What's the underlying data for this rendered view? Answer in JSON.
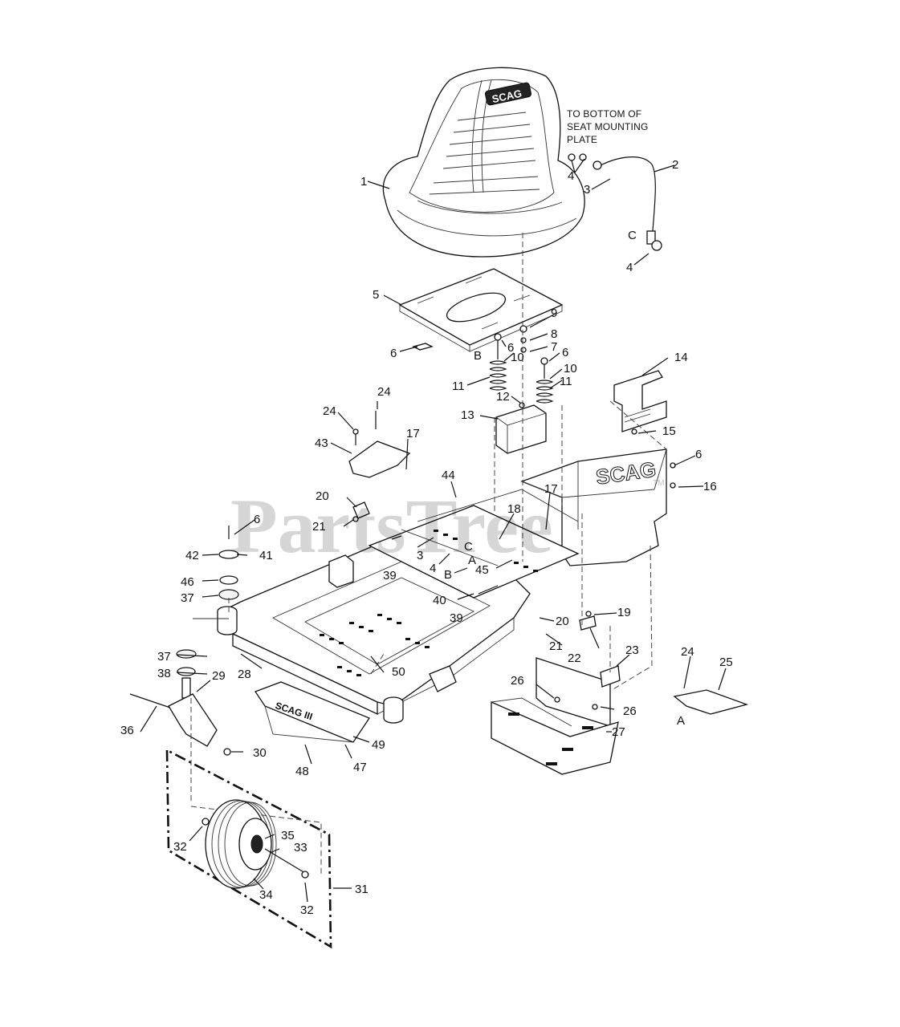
{
  "diagram": {
    "watermark": "PartsTree",
    "trademark": "TM",
    "note": [
      "TO BOTTOM OF",
      "SEAT MOUNTING",
      "PLATE"
    ],
    "seat_brand": "SCAG",
    "labels": [
      {
        "id": "l1",
        "text": "1"
      },
      {
        "id": "l2",
        "text": "2"
      },
      {
        "id": "l3a",
        "text": "3"
      },
      {
        "id": "l4a",
        "text": "4"
      },
      {
        "id": "lCa",
        "text": "C"
      },
      {
        "id": "l4b",
        "text": "4"
      },
      {
        "id": "l5",
        "text": "5"
      },
      {
        "id": "l9",
        "text": "9"
      },
      {
        "id": "l8",
        "text": "8"
      },
      {
        "id": "l6a",
        "text": "6"
      },
      {
        "id": "l7",
        "text": "7"
      },
      {
        "id": "l6b",
        "text": "6"
      },
      {
        "id": "l6c",
        "text": "6"
      },
      {
        "id": "lBa",
        "text": "B"
      },
      {
        "id": "l10a",
        "text": "10"
      },
      {
        "id": "l10b",
        "text": "10"
      },
      {
        "id": "l11a",
        "text": "11"
      },
      {
        "id": "l11b",
        "text": "11"
      },
      {
        "id": "l14",
        "text": "14"
      },
      {
        "id": "l12",
        "text": "12"
      },
      {
        "id": "l24a",
        "text": "24"
      },
      {
        "id": "l24b",
        "text": "24"
      },
      {
        "id": "l13",
        "text": "13"
      },
      {
        "id": "l15",
        "text": "15"
      },
      {
        "id": "l17a",
        "text": "17"
      },
      {
        "id": "l43",
        "text": "43"
      },
      {
        "id": "l6d",
        "text": "6"
      },
      {
        "id": "l16",
        "text": "16"
      },
      {
        "id": "l44",
        "text": "44"
      },
      {
        "id": "l17b",
        "text": "17"
      },
      {
        "id": "l20a",
        "text": "20"
      },
      {
        "id": "l18",
        "text": "18"
      },
      {
        "id": "l6e",
        "text": "6"
      },
      {
        "id": "l21a",
        "text": "21"
      },
      {
        "id": "lCb",
        "text": "C"
      },
      {
        "id": "l42",
        "text": "42"
      },
      {
        "id": "l41",
        "text": "41"
      },
      {
        "id": "l3b",
        "text": "3"
      },
      {
        "id": "lA1",
        "text": "A"
      },
      {
        "id": "l39a",
        "text": "39"
      },
      {
        "id": "l4c",
        "text": "4"
      },
      {
        "id": "lBb",
        "text": "B"
      },
      {
        "id": "l45",
        "text": "45"
      },
      {
        "id": "l46",
        "text": "46"
      },
      {
        "id": "l37a",
        "text": "37"
      },
      {
        "id": "l40",
        "text": "40"
      },
      {
        "id": "l39b",
        "text": "39"
      },
      {
        "id": "l19",
        "text": "19"
      },
      {
        "id": "l20b",
        "text": "20"
      },
      {
        "id": "l21b",
        "text": "21"
      },
      {
        "id": "l22",
        "text": "22"
      },
      {
        "id": "l23",
        "text": "23"
      },
      {
        "id": "l37b",
        "text": "37"
      },
      {
        "id": "l28",
        "text": "28"
      },
      {
        "id": "l24c",
        "text": "24"
      },
      {
        "id": "l25",
        "text": "25"
      },
      {
        "id": "l50",
        "text": "50"
      },
      {
        "id": "l38",
        "text": "38"
      },
      {
        "id": "l29",
        "text": "29"
      },
      {
        "id": "l26a",
        "text": "26"
      },
      {
        "id": "l26b",
        "text": "26"
      },
      {
        "id": "lA2",
        "text": "A"
      },
      {
        "id": "l36",
        "text": "36"
      },
      {
        "id": "l27",
        "text": "27"
      },
      {
        "id": "l49",
        "text": "49"
      },
      {
        "id": "l30",
        "text": "30"
      },
      {
        "id": "l48",
        "text": "48"
      },
      {
        "id": "l47",
        "text": "47"
      },
      {
        "id": "l35",
        "text": "35"
      },
      {
        "id": "l33",
        "text": "33"
      },
      {
        "id": "l32a",
        "text": "32"
      },
      {
        "id": "l31",
        "text": "31"
      },
      {
        "id": "l34",
        "text": "34"
      },
      {
        "id": "l32b",
        "text": "32"
      }
    ]
  }
}
